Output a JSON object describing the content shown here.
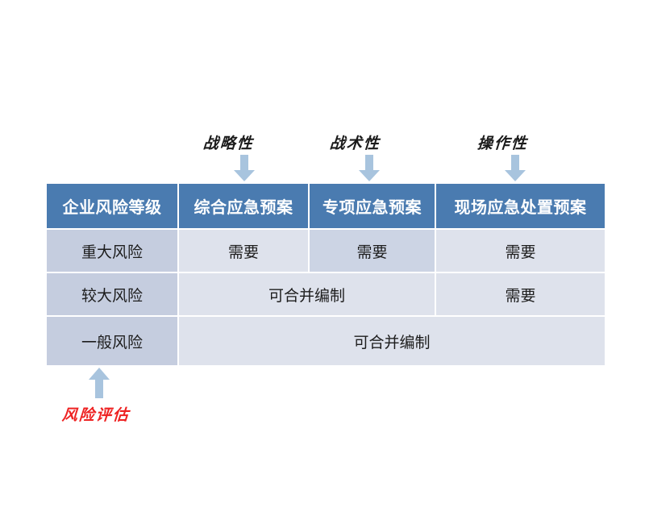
{
  "colors": {
    "header_blue": "#4a7bb0",
    "row_head_blue": "#c5cddf",
    "cell_blue": "#dee2ec",
    "accent_cell_blue": "#ccd4e4",
    "arrow_blue": "#a8c4de",
    "risk_red": "#ee2222",
    "background": "#ffffff"
  },
  "annotations": {
    "top": [
      {
        "label": "战略性",
        "icon": "arrow-down-icon"
      },
      {
        "label": "战术性",
        "icon": "arrow-down-icon"
      },
      {
        "label": "操作性",
        "icon": "arrow-down-icon"
      }
    ],
    "bottom": {
      "label": "风险评估",
      "icon": "arrow-up-icon"
    }
  },
  "table": {
    "headers": [
      "企业风险等级",
      "综合应急预案",
      "专项应急预案",
      "现场应急处置预案"
    ],
    "rows": [
      {
        "level": "重大风险",
        "cells": [
          "需要",
          "需要",
          "需要"
        ]
      },
      {
        "level": "较大风险",
        "cells": [
          "可合并编制",
          "需要"
        ]
      },
      {
        "level": "一般风险",
        "cells": [
          "可合并编制"
        ]
      }
    ]
  }
}
